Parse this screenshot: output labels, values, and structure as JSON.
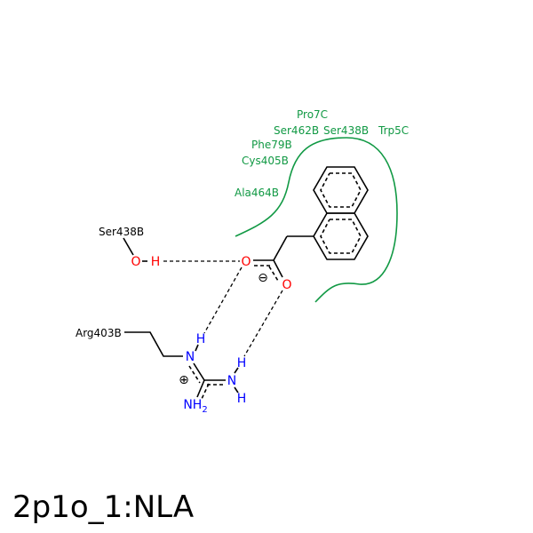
{
  "title": "2p1o_1:NLA",
  "colors": {
    "hydrophobic": "#119944",
    "oxygen": "#ff0000",
    "nitrogen": "#0000ff",
    "bond": "#000000"
  },
  "residues": {
    "hbond": [
      "Ser438B",
      "Arg403B"
    ],
    "hydrophobic": [
      "Pro7C",
      "Ser462B",
      "Ser438B",
      "Trp5C",
      "Phe79B",
      "Cys405B",
      "Ala464B"
    ]
  },
  "atoms": {
    "O": "O",
    "H": "H",
    "N": "N",
    "NH2_main": "NH",
    "NH2_sub": "2"
  },
  "charges": {
    "minus": "⊖",
    "plus": "⊕"
  }
}
